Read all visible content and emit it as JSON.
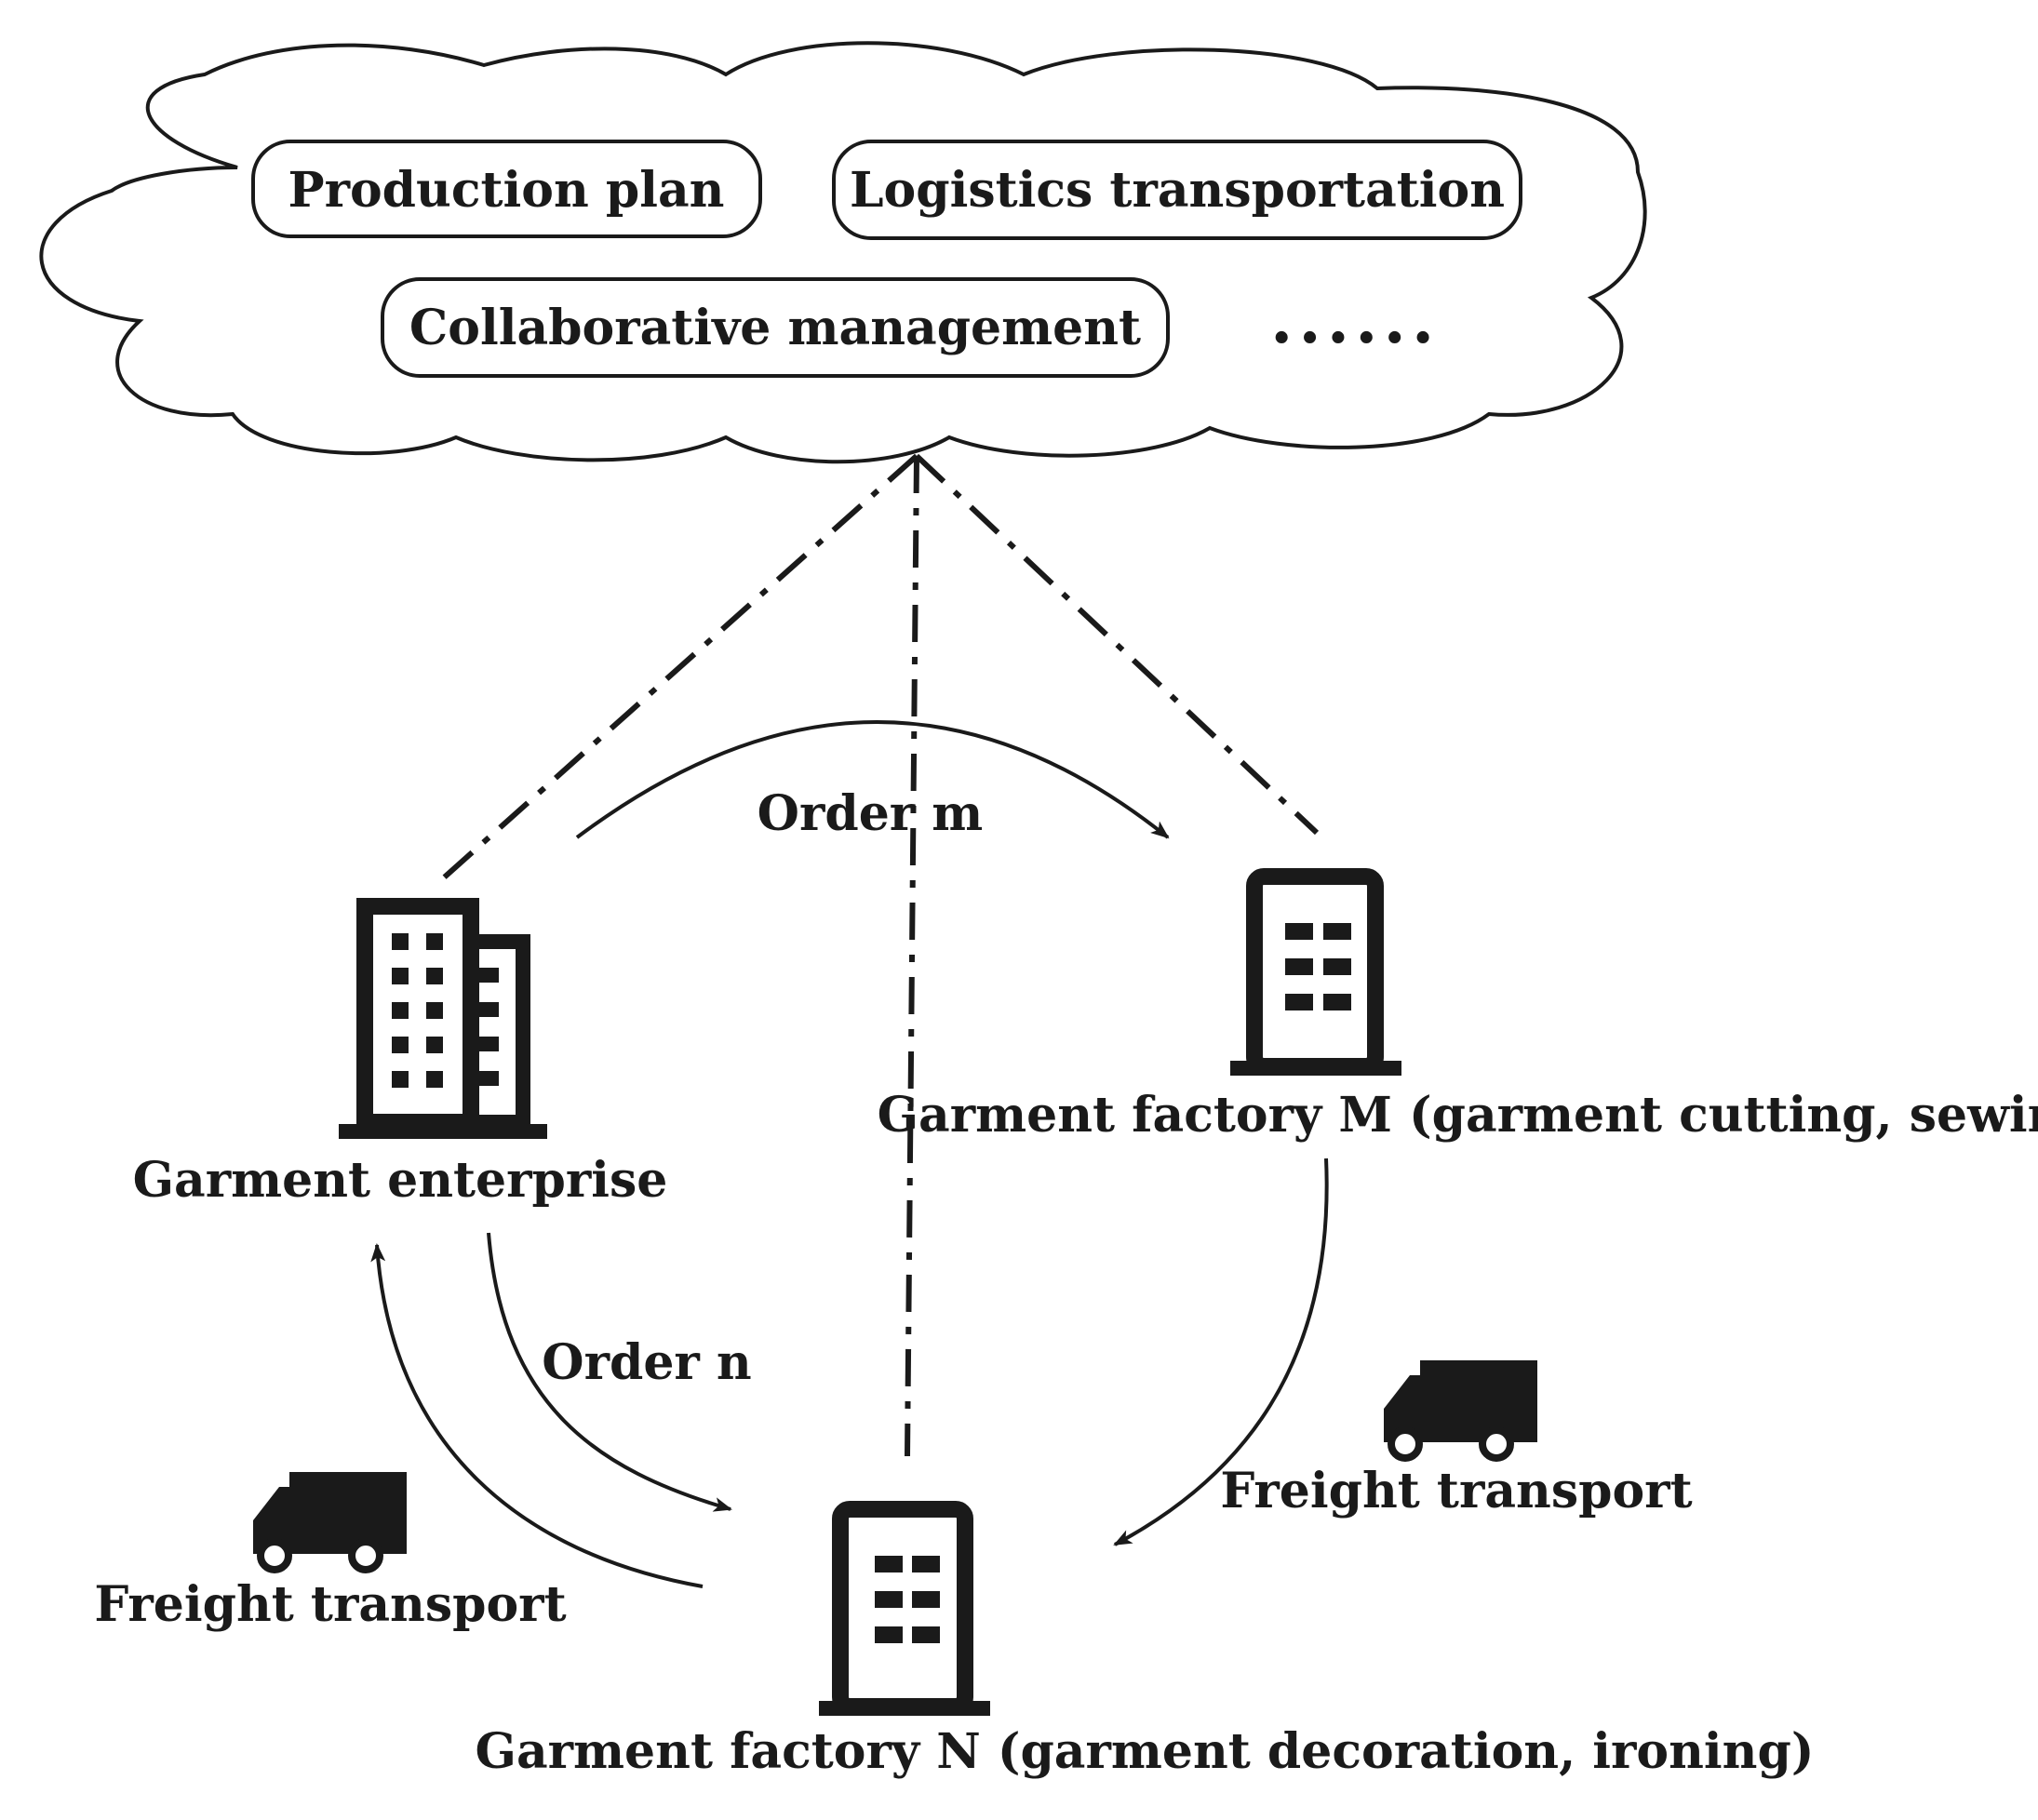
{
  "cloud": {
    "services": {
      "production_plan": "Production plan",
      "logistics_transportation": "Logistics transportation",
      "collaborative_management": "Collaborative management",
      "more": "......"
    }
  },
  "nodes": {
    "enterprise": {
      "label": "Garment enterprise",
      "icon": "office-building-icon"
    },
    "factory_m": {
      "label": "Garment factory M (garment cutting, sewing)",
      "icon": "factory-building-icon"
    },
    "factory_n": {
      "label": "Garment factory N (garment decoration, ironing)",
      "icon": "factory-building-icon"
    }
  },
  "edges": {
    "order_m": "Order m",
    "order_n": "Order n",
    "freight_left": "Freight transport",
    "freight_right": "Freight transport"
  },
  "colors": {
    "stroke": "#1a1a1a",
    "background": "#ffffff"
  }
}
